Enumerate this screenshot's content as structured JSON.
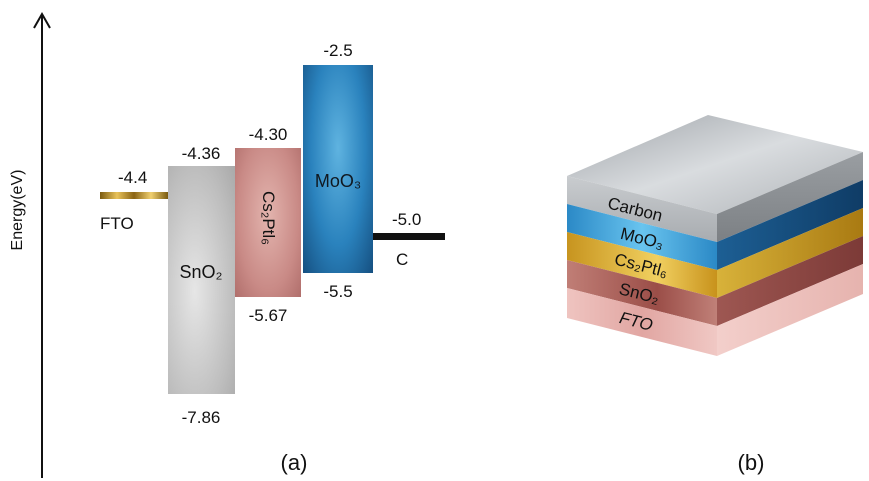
{
  "axis": {
    "label": "Energy(eV)"
  },
  "panel_a": {
    "caption": "(a)",
    "materials": {
      "fto": {
        "name": "FTO",
        "level": "-4.4"
      },
      "sno2": {
        "name": "SnO₂",
        "top": "-4.36",
        "bottom": "-7.86"
      },
      "cs2ptl6": {
        "name": "Cs₂Ptl₆",
        "top": "-4.30",
        "bottom": "-5.67"
      },
      "moo3": {
        "name": "MoO₃",
        "top": "-2.5",
        "bottom": "-5.5"
      },
      "carbon": {
        "name": "C",
        "level": "-5.0"
      }
    }
  },
  "panel_b": {
    "caption": "(b)",
    "layers": [
      "Carbon",
      "MoO₃",
      "Cs₂Ptl₆",
      "SnO₂",
      "FTO"
    ]
  },
  "colors": {
    "fto_line": "#b8860b",
    "sno2": "#c9c9c9",
    "cs2ptl6": "#c98a86",
    "moo3": "#1f6fa8",
    "carbon_line": "#111111"
  }
}
